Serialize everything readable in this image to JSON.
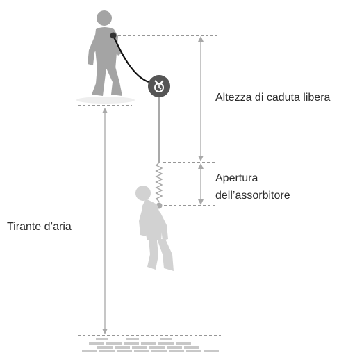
{
  "labels": {
    "free_fall_height": "Altezza di caduta libera",
    "absorber_opening_line1": "Apertura",
    "absorber_opening_line2": "dell’assorbitore",
    "clearance": "Tirante d’aria"
  },
  "colors": {
    "worker_standing": "#a4a4a4",
    "worker_falling": "#d2d2d2",
    "device": "#555555",
    "lanyard": "#111111",
    "lifeline": "#a9a9a9",
    "dimension_lines": "#a8a8a8",
    "dashed_guides": "#2f2f2f",
    "bricks": "#c8c8c8",
    "text": "#2b2b2b"
  },
  "icons": {
    "device": "fall-arrest-device-icon",
    "standing_worker": "standing-worker-icon",
    "falling_worker": "falling-worker-icon",
    "ground": "brick-ground-icon"
  }
}
